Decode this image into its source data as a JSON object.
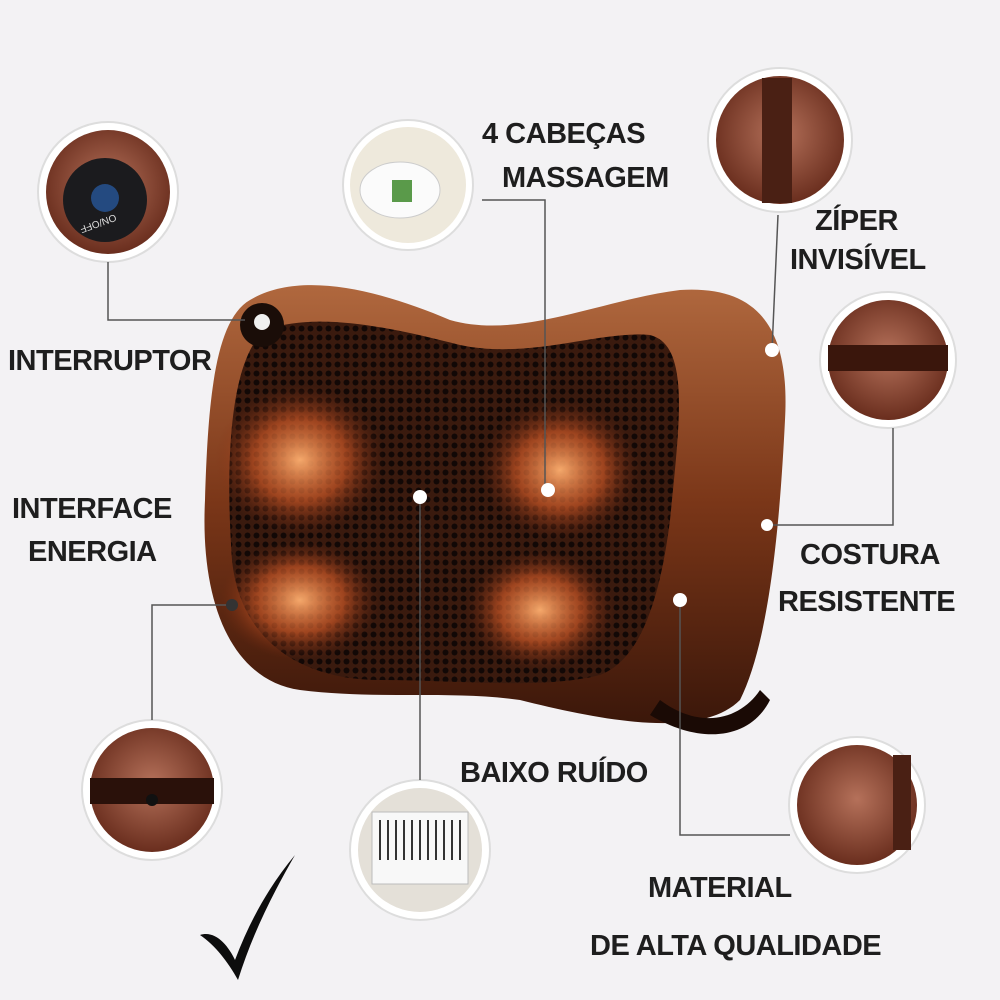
{
  "colors": {
    "pillow": "#7a3618",
    "glow": "#ff8a3a",
    "background": "#f3f2f4",
    "text": "#1e1e1e",
    "line": "#555555"
  },
  "device_button_text": "ON/OFF",
  "labels": {
    "heads_1": "4 CABEÇAS",
    "heads_2": "MASSAGEM",
    "zipper_1": "ZÍPER",
    "zipper_2": "INVISÍVEL",
    "switch": "INTERRUPTOR",
    "power_1": "INTERFACE",
    "power_2": "ENERGIA",
    "seam_1": "COSTURA",
    "seam_2": "RESISTENTE",
    "noise": "BAIXO RUÍDO",
    "material_1": "MATERIAL",
    "material_2": "DE ALTA QUALIDADE"
  },
  "icons": {
    "checkmark": "check-icon"
  }
}
